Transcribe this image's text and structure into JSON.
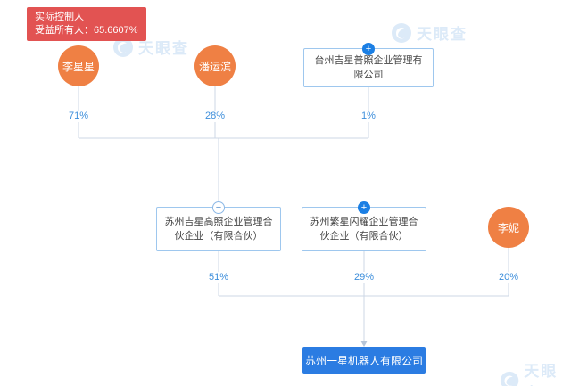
{
  "watermark": {
    "brand": "天眼查"
  },
  "controller_badge": {
    "title": "实际控制人",
    "beneficiary": "受益所有人：65.6607%"
  },
  "icons": {
    "expand": "+",
    "collapse": "−"
  },
  "top_row": {
    "person1": {
      "name": "李星星",
      "percent": "71%"
    },
    "person2": {
      "name": "潘运滨",
      "percent": "28%"
    },
    "company": {
      "name": "台州吉星普照企业管理有限公司",
      "percent": "1%"
    }
  },
  "mid_row": {
    "partnership1": {
      "name": "苏州吉星高照企业管理合伙企业（有限合伙）",
      "percent": "51%"
    },
    "partnership2": {
      "name": "苏州繁星闪耀企业管理合伙企业（有限合伙）",
      "percent": "29%"
    },
    "person3": {
      "name": "李妮",
      "percent": "20%"
    }
  },
  "target_company": {
    "name": "苏州一星机器人有限公司"
  },
  "colors": {
    "node_orange": "#ef8044",
    "accent_blue": "#1b7fe4",
    "percent_blue": "#3d8edb",
    "badge_red": "#e25352",
    "line_gray": "#ccd7e5",
    "target_blue": "#2b7ce2"
  }
}
